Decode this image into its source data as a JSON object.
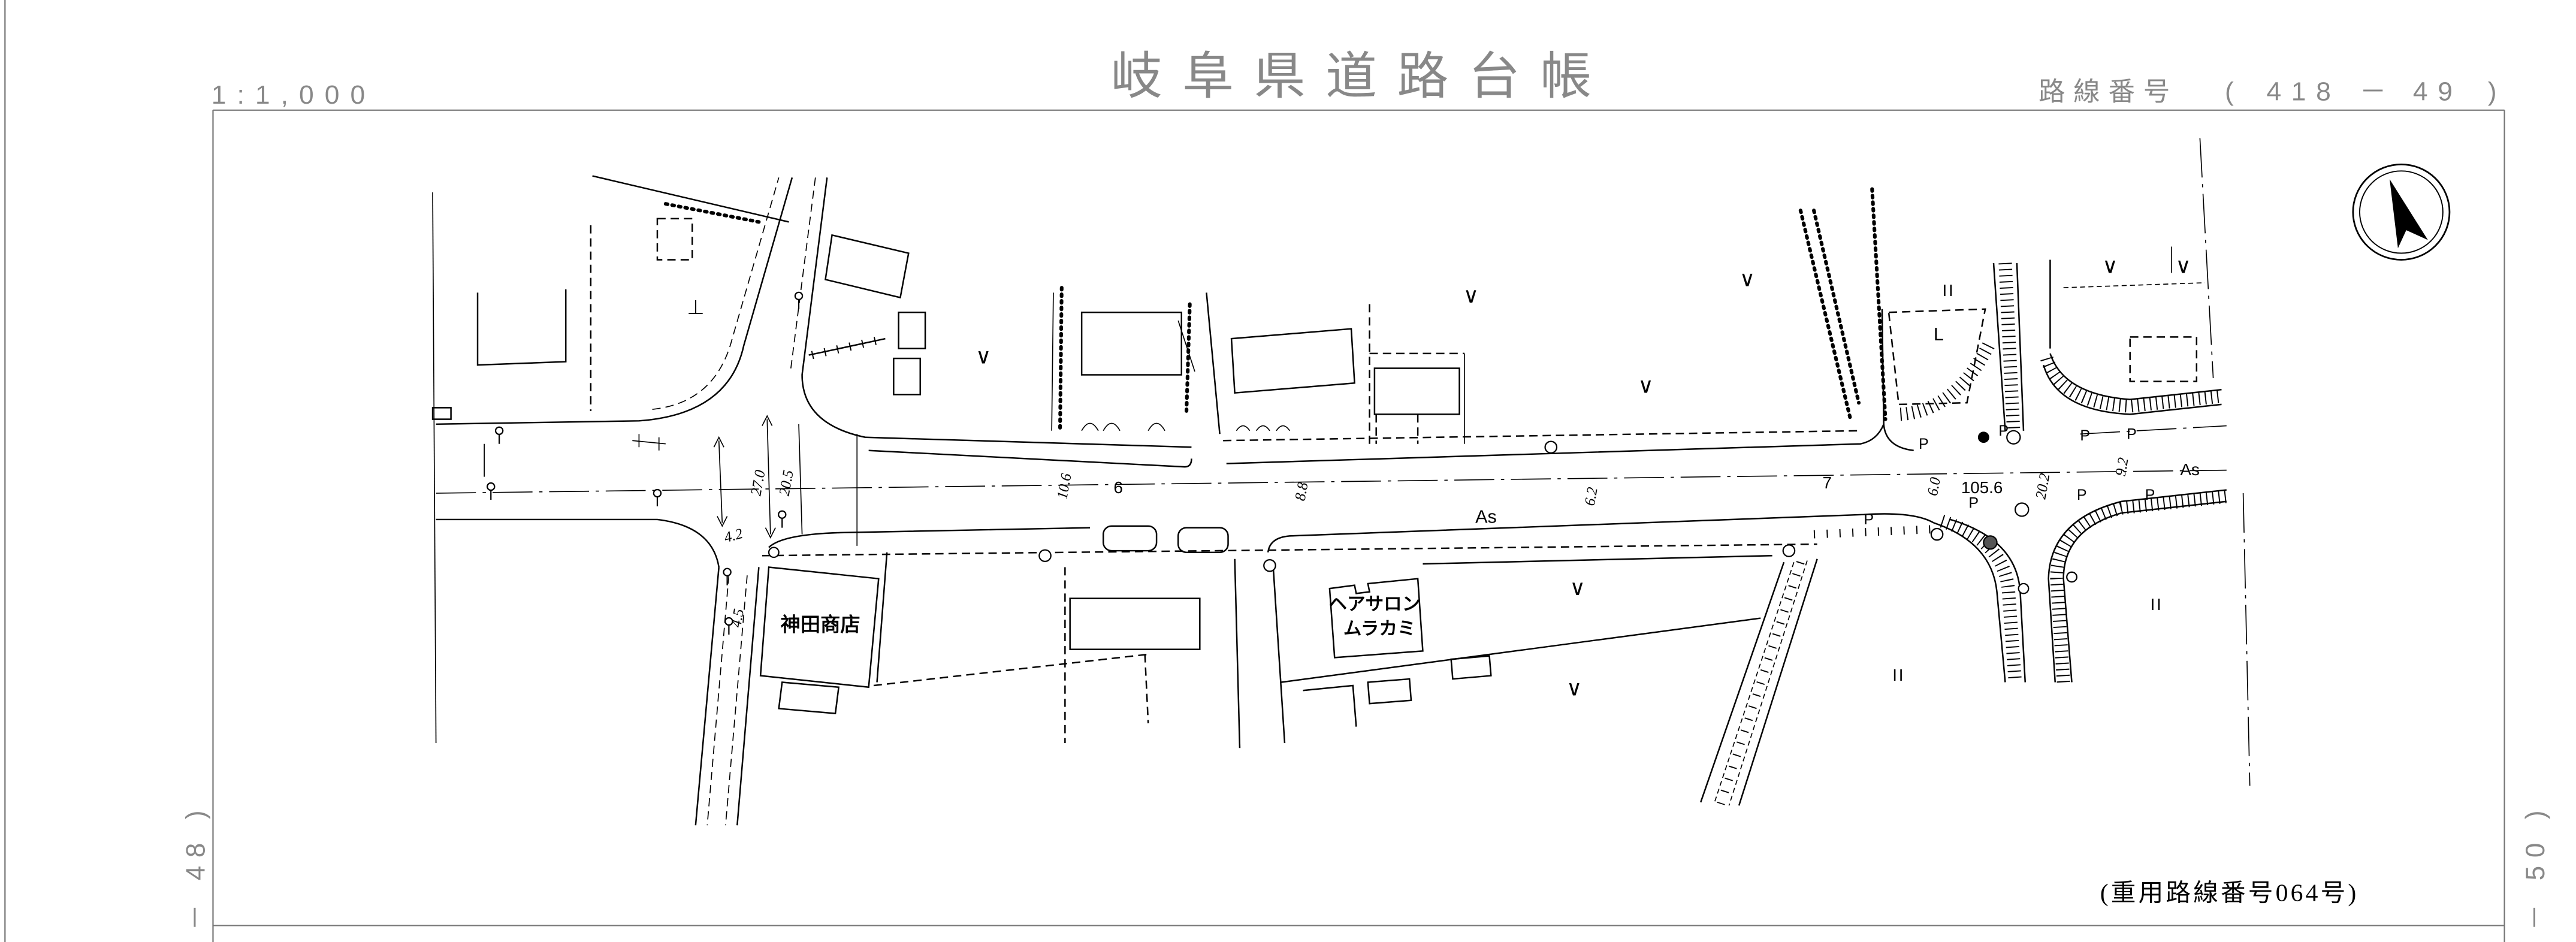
{
  "header": {
    "scale": "1:1,000",
    "title": "岐阜県道路台帳",
    "route": {
      "label": "路線番号",
      "open": "(",
      "main": "418",
      "dash": "－",
      "sub": "49",
      "close": ")"
    }
  },
  "adjacent_sheets": {
    "left": "－ 48 )",
    "right": "－ 50 )"
  },
  "footer": {
    "overlap_route": "(重用路線番号064号)"
  },
  "map": {
    "buildings": {
      "shop": "神田商店",
      "salon_line1": "ヘアサロン",
      "salon_line2": "ムラカミ"
    },
    "pavement": "As",
    "stations": [
      "6",
      "7"
    ],
    "elevation": "105.6",
    "road_widths": [
      "27.0",
      "20.5",
      "4.2",
      "4.5",
      "10.6",
      "8.8",
      "6.2",
      "6.0",
      "20.2",
      "9.2"
    ],
    "symbols": {
      "field": "∨",
      "paddy": "II",
      "monument": "⊥",
      "plot": "L",
      "parking": "P"
    }
  },
  "icons": {
    "north_arrow": "north-arrow-icon",
    "utility_pole": "utility-pole-icon",
    "marker": "circle-marker-icon"
  },
  "colors": {
    "ink": "#000000",
    "frame": "#777777",
    "header_text": "#888888",
    "background": "#ffffff"
  }
}
